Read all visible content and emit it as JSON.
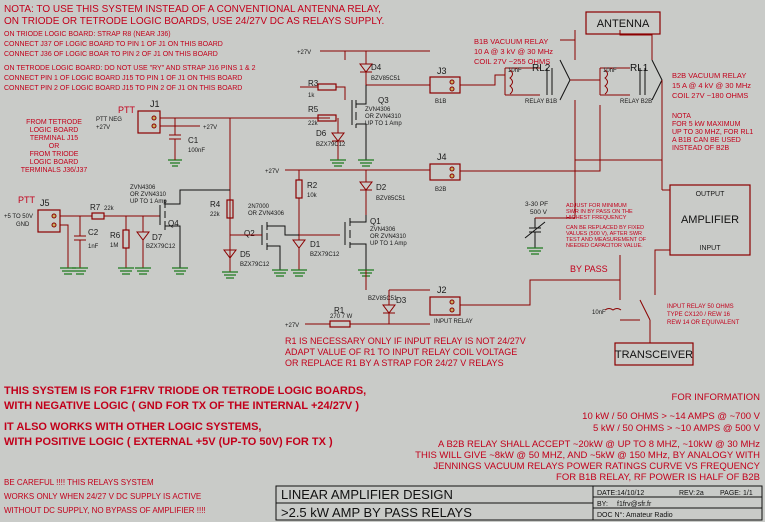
{
  "notes": {
    "top_title_1": "NOTA: TO USE THIS SYSTEM INSTEAD OF A CONVENTIONAL ANTENNA RELAY,",
    "top_title_2": "ON TRIODE OR TETRODE LOGIC BOARDS, USE 24/27V DC AS RELAYS SUPPLY.",
    "triode_1": "ON TRIODE LOGIC BOARD: STRAP R8 (NEAR J36)",
    "triode_2": "CONNECT J37 OF LOGIC BOARD TO PIN 1 OF J1 ON THIS BOARD",
    "triode_3": "CONNECT J36 OF LOGIC BOAR TO PIN 2 OF J1 ON THIS BOARD",
    "tetrode_1": "ON TETRODE LOGIC BOARD: DO NOT USE \"RY\" AND STRAP J16 PINS 1 & 2",
    "tetrode_2": "CONNECT PIN 1 OF LOGIC BOARD J15 TO PIN 1 OF J1 ON THIS BOARD",
    "tetrode_3": "CONNECT PIN 2 OF LOGIC BOARD J15 TO PIN 2 OF J1 ON THIS BOARD",
    "from_1": "FROM TETRODE",
    "from_2": "LOGIC BOARD",
    "from_3": "TERMINAL J15",
    "from_4": "OR",
    "from_5": "FROM TRIODE",
    "from_6": "LOGIC BOARD",
    "from_7": "TERMINALS J36/J37",
    "r1_1": "R1 IS NECESSARY ONLY IF INPUT RELAY IS NOT 24/27V",
    "r1_2": "ADAPT VALUE OF R1 TO INPUT RELAY COIL VOLTAGE",
    "r1_3": "OR REPLACE R1 BY A STRAP FOR 24/27 V RELAYS",
    "nota_rl1_1": "NOTA",
    "nota_rl1_2": "FOR 5 kW MAXIMUM",
    "nota_rl1_3": "UP TO 30 MHZ, FOR RL1",
    "nota_rl1_4": "A B1B CAN BE USED",
    "nota_rl1_5": "INSTEAD OF B2B",
    "adjust_1": "ADJUST FOR MINIMUM",
    "adjust_2": "SWR IN BY PASS ON THE",
    "adjust_3": "HIGHEST FREQUENCY",
    "adjust_4": "CAN BE REPLACED BY FIXED",
    "adjust_5": "VALUES (500 V), AFTER SWR",
    "adjust_6": "TEST AND MEASUREMENT OF",
    "adjust_7": "NEEDED CAPACITOR VALUE.",
    "input_relay_1": "INPUT RELAY 50 OHMS",
    "input_relay_2": "TYPE CX120 / REW 16",
    "input_relay_3": "REW 14 OR EQUIVALENT",
    "system_1": "THIS SYSTEM IS FOR F1FRV TRIODE OR TETRODE LOGIC BOARDS,",
    "system_2": "WITH NEGATIVE LOGIC ( GND FOR TX OF THE INTERNAL +24/27V )",
    "system_3": "IT ALSO WORKS WITH OTHER LOGIC SYSTEMS,",
    "system_4": "WITH POSITIVE LOGIC ( EXTERNAL +5V (UP-TO 50V)  FOR TX )",
    "careful_1": "BE CAREFUL !!!! THIS RELAYS SYSTEM",
    "careful_2": "WORKS ONLY WHEN 24/27 V DC SUPPLY IS ACTIVE",
    "careful_3": "WITHOUT DC SUPPLY, NO BYPASS OF AMPLIFIER !!!!",
    "info_head": "FOR INFORMATION",
    "info_1": "10 kW / 50 OHMS > ~14 AMPS @ ~700 V",
    "info_2": "5 kW / 50 OHMS > ~10 AMPS @ 500 V",
    "info_3": "A B2B RELAY SHALL ACCEPT ~20kW @ UP TO 8 MHZ, ~10kW @ 30 MHz",
    "info_4": "THIS WILL GIVE ~8kW @ 50 MHZ, AND ~5kW @ 150 MHz, BY ANALOGY WITH",
    "info_5": "JENNINGS VACUUM RELAYS POWER RATINGS CURVE VS FREQUENCY",
    "info_6": "FOR B1B RELAY, RF POWER IS HALF OF B2B"
  },
  "blocks": {
    "antenna": "ANTENNA",
    "amplifier": "AMPLIFIER",
    "output": "OUTPUT",
    "input": "INPUT",
    "transceiver": "TRANSCEIVER",
    "bypass": "BY PASS"
  },
  "relays": {
    "b1b_1": "B1B VACUUM RELAY",
    "b1b_2": "10 A @ 3 kV @ 30 MHz",
    "b1b_3": "COIL 27V ~255 OHMS",
    "b2b_1": "B2B VACUUM RELAY",
    "b2b_2": "15 A @ 4 kV @ 30 MHz",
    "b2b_3": "COIL 27V ~180 OHMS",
    "rl1": "RL1",
    "rl2": "RL2",
    "relay_b1b": "RELAY B1B",
    "relay_b2b": "RELAY B2B",
    "cap_3_30": "3-30 PF",
    "cap_500v": "500 V"
  },
  "parts": {
    "j1": "J1",
    "j2": "J2",
    "j3": "J3",
    "j4": "J4",
    "j5": "J5",
    "ptt": "PTT",
    "ptt_neg": "PTT NEG",
    "p27": "+27V",
    "ptt_neg_27": "+27V",
    "ptt_j5_a": "+5 TO 50V",
    "ptt_j5_b": "GND",
    "c1": "C1",
    "c1v": "100nF",
    "c2": "C2",
    "c2v": "1nF",
    "r1": "R1",
    "r1v": "270  7 W",
    "r2": "R2",
    "r2v": "10k",
    "r3": "R3",
    "r3v": "1k",
    "r4": "R4",
    "r4v": "22k",
    "r5": "R5",
    "r5v": "22k",
    "r6": "R6",
    "r6v": "1M",
    "r7": "R7",
    "r7v": "22k",
    "d1": "D1",
    "d1v": "BZX79C12",
    "d2": "D2",
    "d2v": "BZV85C51",
    "d3": "D3",
    "d3v": "BZV85C51",
    "d4": "D4",
    "d4v": "BZV85C51",
    "d5": "D5",
    "d5v": "BZX79C12",
    "d6": "D6",
    "d6v": "BZX79C12",
    "d7": "D7",
    "d7v": "BZX79C12",
    "q1": "Q1",
    "q1v1": "ZVN4306",
    "q1v2": "OR ZVN4310",
    "q1v3": "UP TO 1 Amp",
    "q2": "Q2",
    "q2v1": "2N7000",
    "q2v2": "OR ZVN4306",
    "q3": "Q3",
    "q3v1": "ZVN4306",
    "q3v2": "OR ZVN4310",
    "q3v3": "UP TO 1 Amp",
    "q4": "Q4",
    "q4v1": "ZVN4306",
    "q4v2": "OR ZVN4310",
    "q4v3": "UP TO 1 Amp",
    "b1b": "B1B",
    "b2b": "B2B",
    "input_relay": "INPUT RELAY",
    "c10nf": "10nF"
  },
  "title_block": {
    "line1": "LINEAR AMPLIFIER DESIGN",
    "line2": ">2.5 kW AMP BY PASS RELAYS",
    "date_label": "DATE:",
    "date": "14/10/12",
    "rev_label": "REV:",
    "rev": "2a",
    "page_label": "PAGE:",
    "page": "1/1",
    "by_label": "BY:",
    "by": "f1frv@sfr.fr",
    "doc_label": "DOC N°:",
    "doc": "Amateur Radio"
  },
  "colors": {
    "background": "#c9cbc8",
    "text_red": "#c2001b",
    "wire": "#8b0000",
    "ground": "#1d7a1d",
    "connector": "#c7b060"
  }
}
